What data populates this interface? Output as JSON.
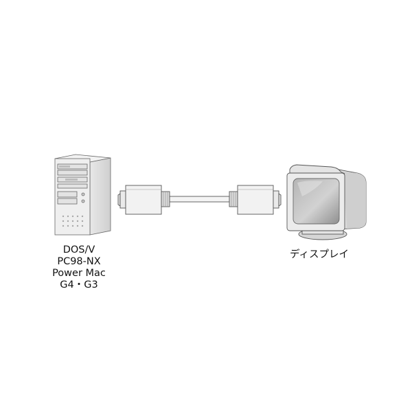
{
  "pc": {
    "icon": "tower-pc-icon",
    "labels": [
      "DOS/V",
      "PC98-NX",
      "Power Mac",
      "G4・G3"
    ]
  },
  "cable": {
    "icon": "d-sub-cable-icon"
  },
  "display": {
    "icon": "crt-monitor-icon",
    "label": "ディスプレイ"
  },
  "colors": {
    "line": "#555555",
    "face": "#eeeeee",
    "shade": "#c8c8c8",
    "dark": "#9a9a9a"
  }
}
